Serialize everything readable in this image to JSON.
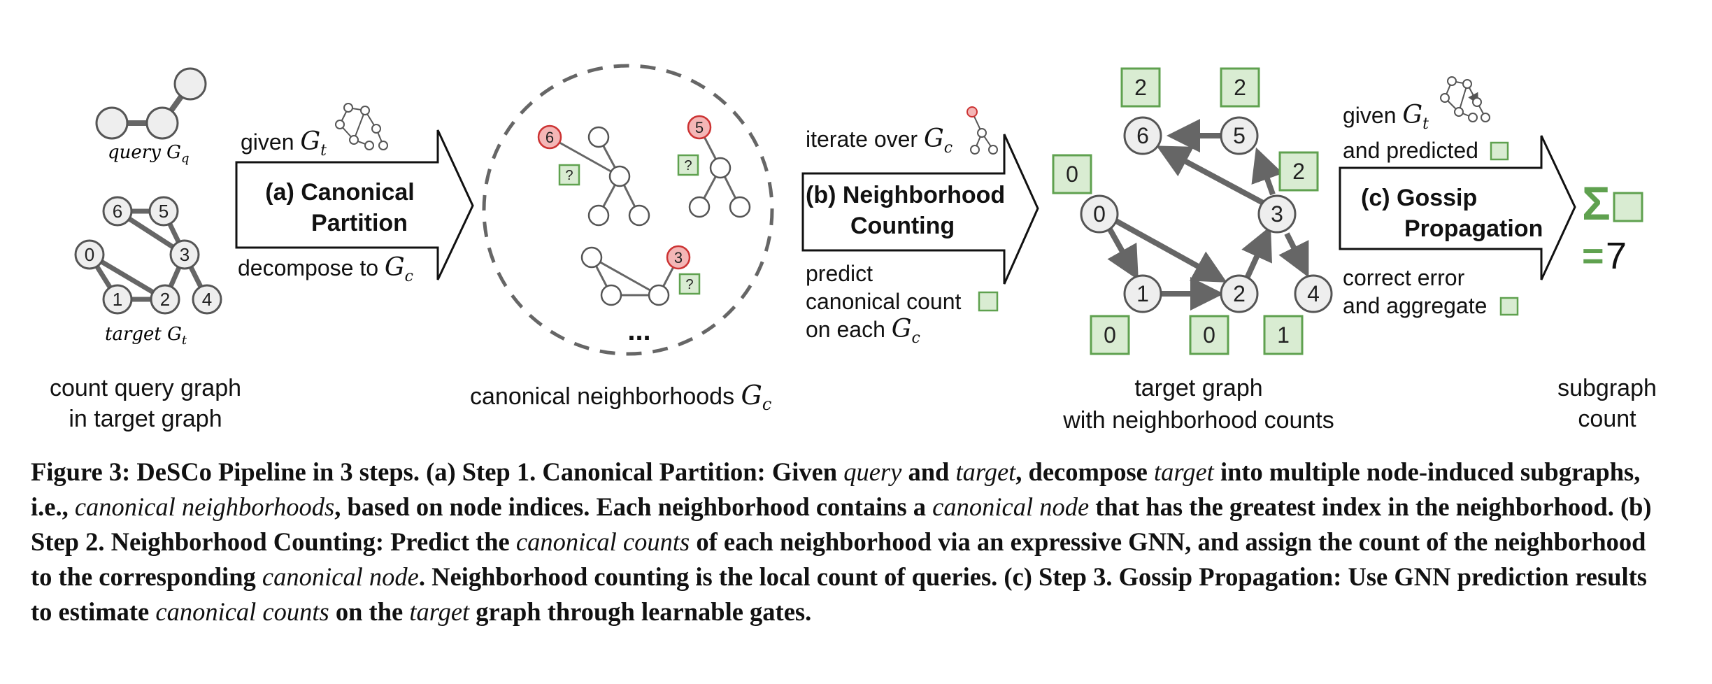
{
  "colors": {
    "node_fill": "#eeeeee",
    "node_stroke": "#555555",
    "edge": "#666666",
    "canon_fill": "#f4b6b6",
    "canon_stroke": "#cc3333",
    "count_fill": "#d9ecd2",
    "count_stroke": "#5fa14f",
    "sum_green": "#5fa14f"
  },
  "left": {
    "query_label": "query",
    "query_var": "G",
    "query_sub": "q",
    "target_label": "target",
    "target_var": "G",
    "target_sub": "t",
    "target_nodes": [
      "6",
      "5",
      "0",
      "3",
      "1",
      "2",
      "4"
    ],
    "bottom_line1": "count query graph",
    "bottom_line2": "in target graph"
  },
  "stage_a": {
    "given_text": "given",
    "given_var": "G",
    "given_sub": "t",
    "title_line1": "(a) Canonical",
    "title_line2": "Partition",
    "decompose_text": "decompose to",
    "decompose_var": "G",
    "decompose_sub": "c"
  },
  "neighborhoods": {
    "canon_labels": [
      "6",
      "5",
      "3"
    ],
    "question": "?",
    "ellipsis": "...",
    "bottom_text": "canonical neighborhoods",
    "bottom_var": "G",
    "bottom_sub": "c"
  },
  "stage_b": {
    "iterate_text": "iterate over",
    "iterate_var": "G",
    "iterate_sub": "c",
    "title_line1": "(b) Neighborhood",
    "title_line2": "Counting",
    "predict_line1": "predict",
    "predict_line2": "canonical count",
    "predict_line3": "on each",
    "predict_var": "G",
    "predict_sub": "c"
  },
  "target_graph": {
    "nodes": [
      "0",
      "1",
      "2",
      "3",
      "4",
      "5",
      "6"
    ],
    "counts": [
      "0",
      "0",
      "0",
      "2",
      "1",
      "2",
      "2"
    ],
    "bottom_line1": "target graph",
    "bottom_line2": "with neighborhood counts"
  },
  "stage_c": {
    "given_text": "given",
    "given_var": "G",
    "given_sub": "t",
    "predicted_text": "and predicted",
    "title_line1": "(c) Gossip",
    "title_line2": "Propagation",
    "correct_line1": "correct error",
    "correct_line2": "and aggregate"
  },
  "result": {
    "sigma": "Σ",
    "equals": "=",
    "value": "7",
    "bottom_line1": "subgraph",
    "bottom_line2": "count"
  },
  "caption": {
    "s1": "Figure 3: DeSCo Pipeline in 3 steps. (a) Step 1. Canonical Partition: Given ",
    "i1": "query",
    "s2": " and ",
    "i2": "target",
    "s3": ", decompose ",
    "i3": "target",
    "s4": " into multiple node-induced subgraphs, i.e., ",
    "i4": "canonical neighborhoods",
    "s5": ", based on node indices. Each neighborhood contains a ",
    "i5": "canonical node",
    "s6": " that has the greatest index in the neighborhood. (b) Step 2. Neighborhood Counting: Predict the ",
    "i6": "canonical counts",
    "s7": " of each neighborhood via an expressive GNN, and assign the count of the neighborhood to the corresponding ",
    "i7": "canonical node",
    "s8": ". Neighborhood counting is the local count of queries. (c) Step 3. Gossip Propagation: Use GNN prediction results to estimate ",
    "i8": "canonical counts",
    "s9": " on the ",
    "i9": "target",
    "s10": " graph through learnable gates."
  }
}
